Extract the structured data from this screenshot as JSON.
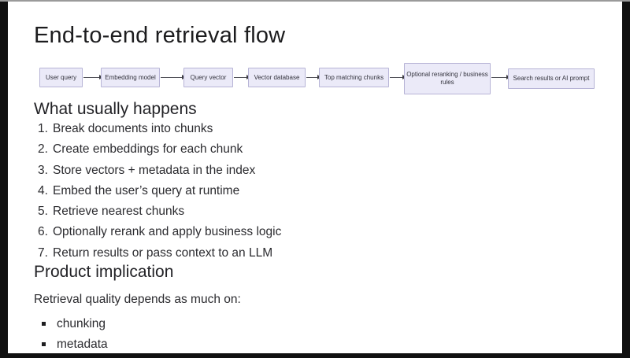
{
  "slide": {
    "title": "End-to-end retrieval flow",
    "flow": {
      "nodes": [
        {
          "label": "User query"
        },
        {
          "label": "Embedding model"
        },
        {
          "label": "Query vector"
        },
        {
          "label": "Vector database"
        },
        {
          "label": "Top matching chunks"
        },
        {
          "label": "Optional reranking / business rules"
        },
        {
          "label": "Search results or AI prompt"
        }
      ]
    },
    "section_process": {
      "heading": "What usually happens",
      "steps": [
        {
          "num": "1.",
          "text": "Break documents into chunks"
        },
        {
          "num": "2.",
          "text": "Create embeddings for each chunk"
        },
        {
          "num": "3.",
          "text": "Store vectors + metadata in the index"
        },
        {
          "num": "4.",
          "text": "Embed the user’s query at runtime"
        },
        {
          "num": "5.",
          "text": "Retrieve nearest chunks"
        },
        {
          "num": "6.",
          "text": "Optionally rerank and apply business logic"
        },
        {
          "num": "7.",
          "text": "Return results or pass context to an LLM"
        }
      ]
    },
    "section_implication": {
      "heading": "Product implication",
      "lead": "Retrieval quality depends as much on:",
      "bullets": [
        {
          "text": "chunking"
        },
        {
          "text": "metadata"
        }
      ]
    },
    "icons": {
      "flow_arrow": "arrow-right-icon",
      "bullet": "square-bullet-icon"
    },
    "colors": {
      "node_fill": "#ebeaf8",
      "node_border": "#b7b4d6",
      "text": "#2b2b2f",
      "letterbox": "#101010",
      "top_rule": "#9a9a9a"
    }
  }
}
